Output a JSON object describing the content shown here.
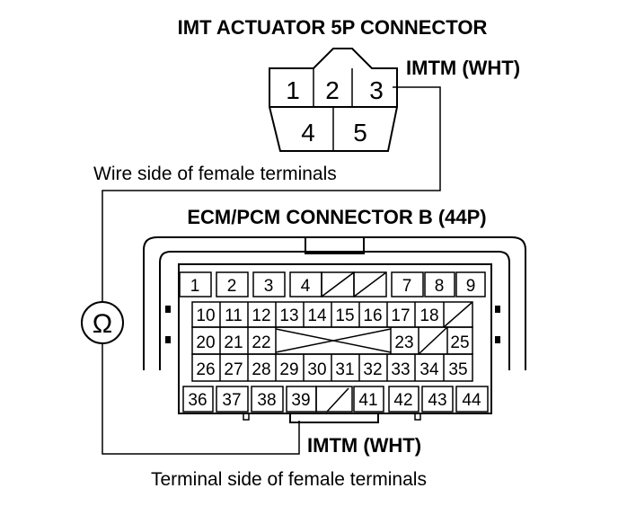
{
  "labels": {
    "imt_connector_title": "IMT ACTUATOR 5P CONNECTOR",
    "imt_wire_label_top": "IMTM (WHT)",
    "wire_side_caption": "Wire side of female terminals",
    "ecm_connector_title": "ECM/PCM CONNECTOR B (44P)",
    "imt_wire_label_bottom": "IMTM (WHT)",
    "terminal_side_caption": "Terminal side of female terminals",
    "ohmmeter_symbol": "Ω"
  },
  "imt_connector": {
    "top_row": [
      "1",
      "2",
      "3"
    ],
    "bottom_row": [
      "4",
      "5"
    ]
  },
  "ecm_connector": {
    "row1": [
      "1",
      "2",
      "3",
      "4",
      "",
      "",
      "7",
      "8",
      "9"
    ],
    "row2": [
      "10",
      "11",
      "12",
      "13",
      "14",
      "15",
      "16",
      "17",
      "18",
      ""
    ],
    "row3": [
      "20",
      "21",
      "22",
      "",
      "23",
      "",
      "25"
    ],
    "row4": [
      "26",
      "27",
      "28",
      "29",
      "30",
      "31",
      "32",
      "33",
      "34",
      "35"
    ],
    "row5": [
      "36",
      "37",
      "38",
      "39",
      "",
      "41",
      "42",
      "43",
      "44"
    ]
  }
}
